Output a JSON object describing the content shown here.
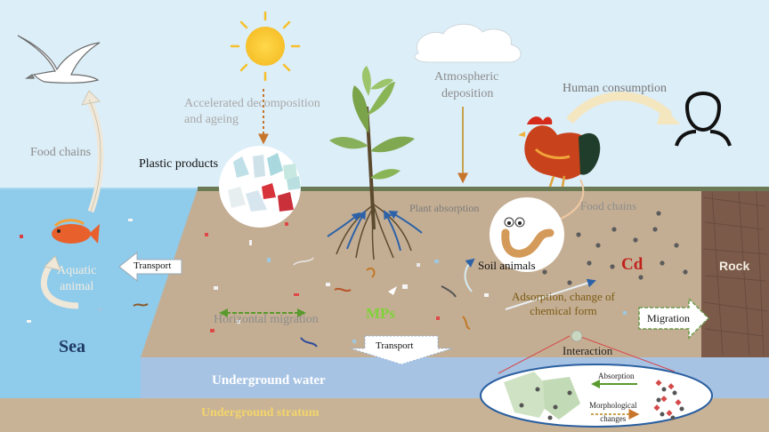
{
  "labels": {
    "food_chains_left": "Food chains",
    "accelerated_line1": "Accelerated decomposition",
    "accelerated_line2": "and ageing",
    "atmospheric_line1": "Atmospheric",
    "atmospheric_line2": "deposition",
    "human_consumption": "Human consumption",
    "plastic_products": "Plastic products",
    "plant_absorption": "Plant absorption",
    "food_chains_right": "Food chains",
    "transport_left": "Transport",
    "aquatic_line1": "Aquatic",
    "aquatic_line2": "animal",
    "soil_animals": "Soil animals",
    "cd": "Cd",
    "rock": "Rock",
    "adsorption_line1": "Adsorption, change of",
    "adsorption_line2": "chemical form",
    "horizontal_migration": "Horizontal migration",
    "mps": "MPs",
    "migration": "Migration",
    "sea": "Sea",
    "transport_down": "Transport",
    "interaction": "Interaction",
    "underground_water": "Underground water",
    "absorption": "Absorption",
    "morphological_line1": "Morphological",
    "morphological_line2": "changes",
    "underground_stratum": "Underground stratum"
  },
  "colors": {
    "sky": "#dceef8",
    "sea": "#8fcbeb",
    "soil": "#c4ae93",
    "rock": "#7b5a4a",
    "ground_line": "#6b7a55",
    "groundwater": "#a7c3e4",
    "stratum": "#c9b397",
    "cd_red": "#c0221b",
    "mps_green": "#7fd23a",
    "stratum_text": "#f3d56b",
    "sea_text": "#1f3a66",
    "adsorption_text": "#7a5a14"
  }
}
